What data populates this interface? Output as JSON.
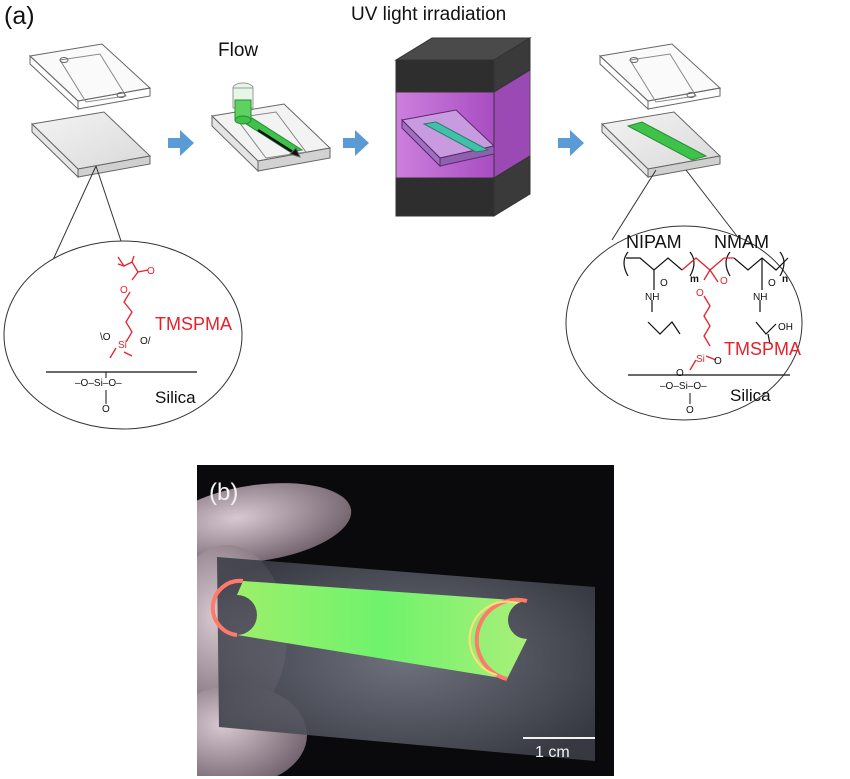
{
  "panel_a": {
    "label": "(a)",
    "flow_label": "Flow",
    "uv_label": "UV light irradiation",
    "left_molecule": {
      "reagent": "TMSPMA",
      "substrate": "Silica",
      "si": "Si",
      "surface_chain": "–O–Si–O–"
    },
    "right_molecule": {
      "monomer_1": "NIPAM",
      "monomer_2": "NMAM",
      "subscript_m": "m",
      "subscript_n": "n",
      "reagent": "TMSPMA",
      "substrate": "Silica",
      "nh": "NH",
      "oh": "OH",
      "si": "Si",
      "surface_chain": "–O–Si–O–"
    }
  },
  "panel_b": {
    "label": "(b)",
    "scale_label": "1 cm"
  },
  "colors": {
    "arrow": "#5b9bd5",
    "tmspma_red": "#e8202a",
    "gel_green": "#3fc24a",
    "uv_purple": "#b03fd0"
  }
}
